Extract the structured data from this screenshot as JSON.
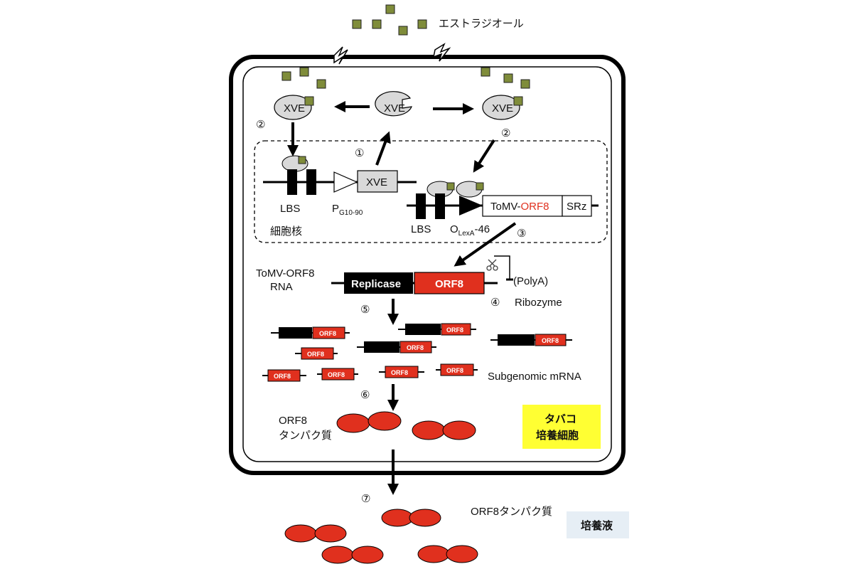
{
  "labels": {
    "estradiol": "エストラジオール",
    "xve": "XVE",
    "xve_gene": "XVE",
    "lbs": "LBS",
    "p_main": "P",
    "p_sub": "G10-90",
    "nucleus": "細胞核",
    "o_main": "O",
    "o_sub": "LexA",
    "o_suffix": "-46",
    "construct_tomv": "ToMV-",
    "construct_orf8": "ORF8",
    "srz": "SRz",
    "rna_line1": "ToMV-ORF8",
    "rna_line2": "RNA",
    "replicase": "Replicase",
    "orf8": "ORF8",
    "polya": "(PolyA)",
    "ribozyme": "Ribozyme",
    "subgenomic": "Subgenomic mRNA",
    "protein_line1": "ORF8",
    "protein_line2": "タンパク質",
    "tobacco_line1": "タバコ",
    "tobacco_line2": "培養細胞",
    "secreted": "ORF8タンパク質",
    "medium": "培養液"
  },
  "steps": [
    "①",
    "②",
    "③",
    "④",
    "⑤",
    "⑥",
    "⑦"
  ],
  "colors": {
    "estradiol": "#7f8c3a",
    "orf8_red": "#e0301e",
    "protein_red": "#e0301e",
    "xve_fill": "#d9d9d9",
    "tobacco_box": "#ffff33",
    "medium_box": "#e6eef5",
    "black": "#000000"
  }
}
